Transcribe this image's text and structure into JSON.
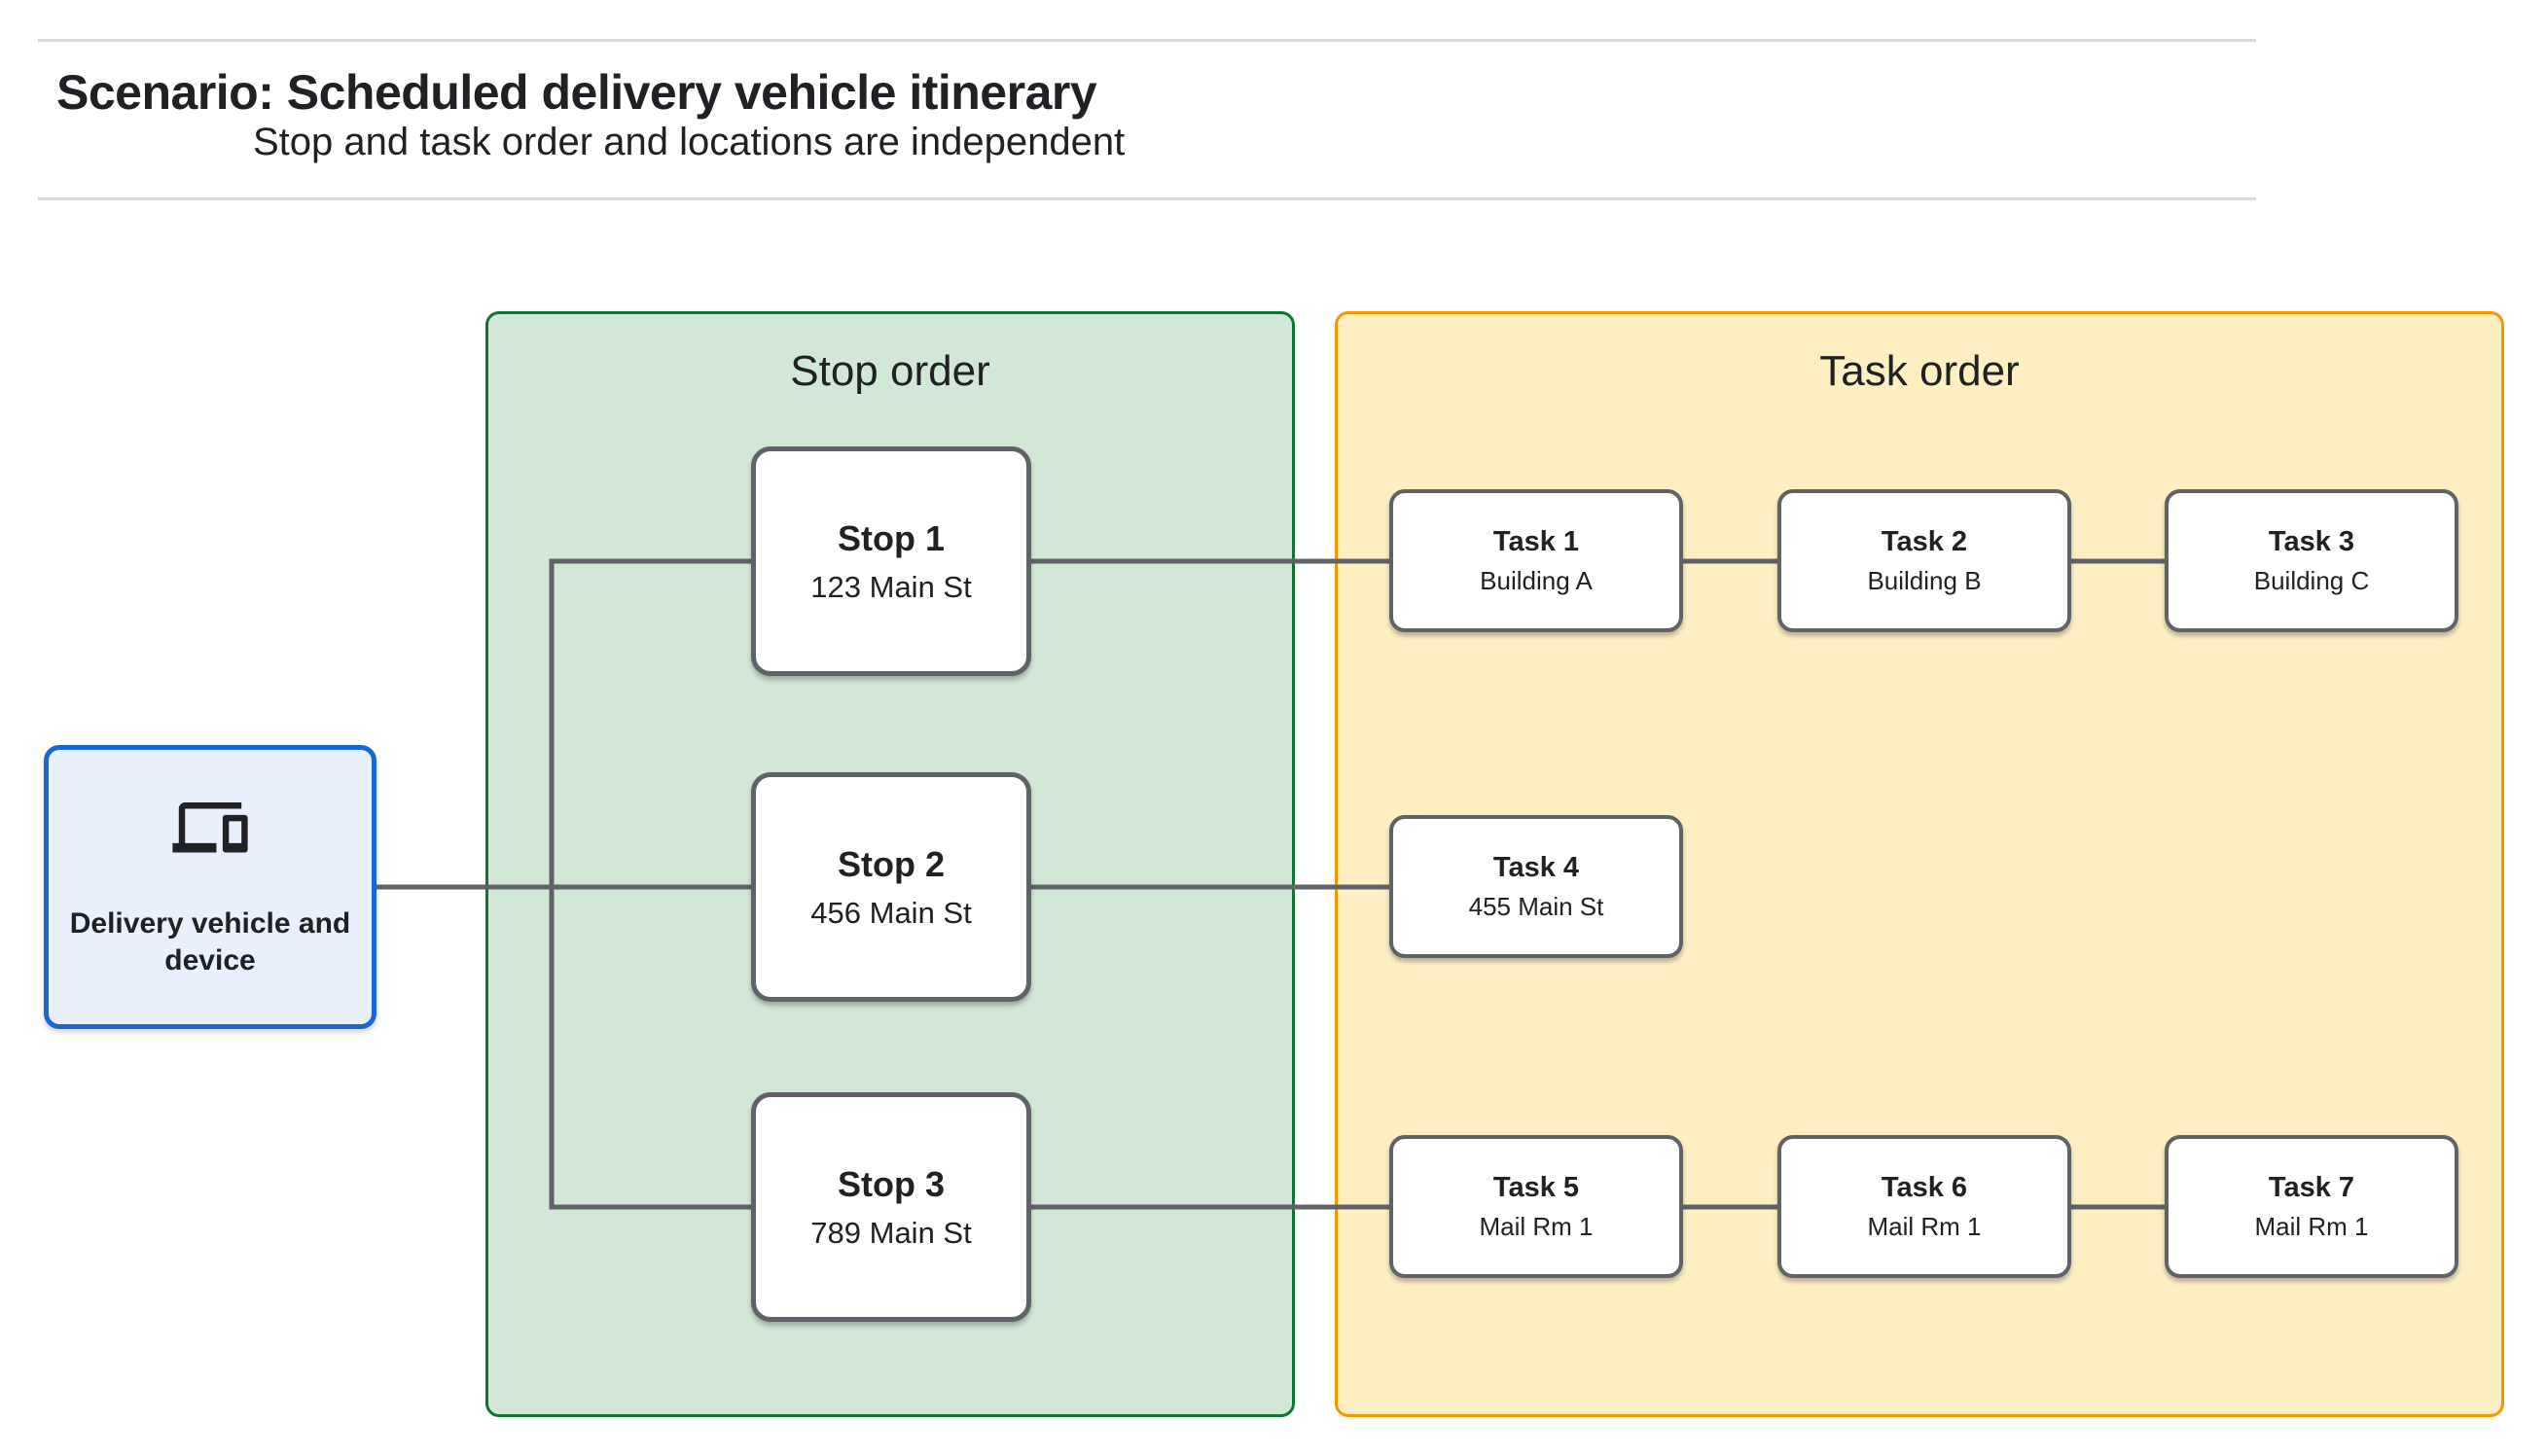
{
  "header": {
    "title": "Scenario: Scheduled delivery vehicle itinerary",
    "subtitle": "Stop and task order and locations are independent"
  },
  "source_node": {
    "label": "Delivery vehicle and device",
    "icon": "devices-icon",
    "fill": "#e8f0fe",
    "border": "#1967d2"
  },
  "panels": {
    "stop_order": {
      "title": "Stop order",
      "fill": "#d2e8d6",
      "border": "#137333"
    },
    "task_order": {
      "title": "Task order",
      "fill": "#feefc3",
      "border": "#f29900"
    }
  },
  "stops": [
    {
      "title": "Stop 1",
      "location": "123 Main St"
    },
    {
      "title": "Stop 2",
      "location": "456 Main St"
    },
    {
      "title": "Stop 3",
      "location": "789 Main St"
    }
  ],
  "tasks": [
    {
      "title": "Task 1",
      "location": "Building A"
    },
    {
      "title": "Task 2",
      "location": "Building B"
    },
    {
      "title": "Task 3",
      "location": "Building C"
    },
    {
      "title": "Task 4",
      "location": "455 Main St"
    },
    {
      "title": "Task 5",
      "location": "Mail Rm 1"
    },
    {
      "title": "Task 6",
      "location": "Mail Rm 1"
    },
    {
      "title": "Task 7",
      "location": "Mail Rm 1"
    }
  ],
  "node_style": {
    "fill": "#ffffff",
    "border": "#5f6368"
  },
  "connector_color": "#5f6368",
  "divider_color": "#d9d9d9",
  "text_color": "#202124"
}
